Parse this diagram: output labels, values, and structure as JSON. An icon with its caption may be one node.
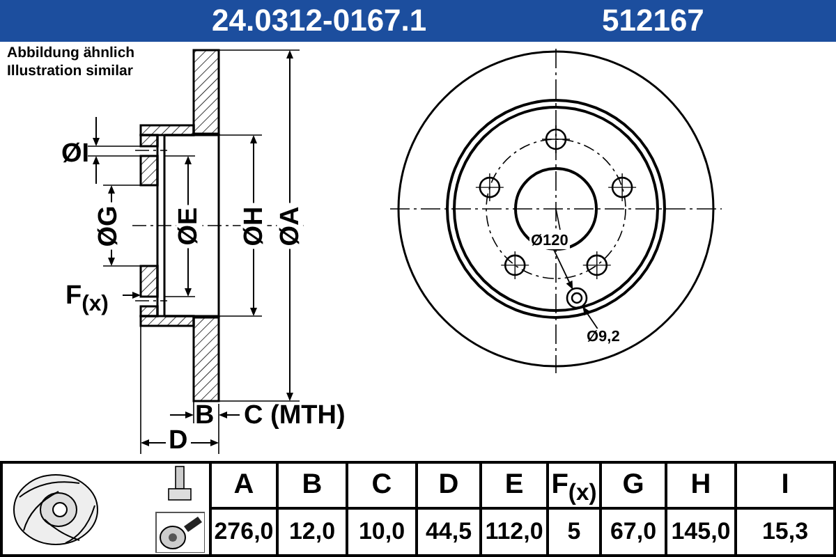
{
  "diagram": {
    "nodes": [
      {
        "text": [
          "Ø120"
        ]
      },
      {
        "text": [
          "Ø9,2"
        ]
      },
      {
        "text": [],
        "shape": "circle"
      }
    ],
    "edges": [
      {
        "from": 0,
        "to": 2,
        "arrow": "to"
      },
      {
        "from": 1,
        "to": 2,
        "arrow": "to"
      }
    ],
    "labels": [
      "24.0312-0167.1",
      "512167",
      "Abbildung ähnlich",
      "Illustration similar",
      "ØI",
      "ØG",
      "ØE",
      "ØH",
      "ØA",
      "F$_{(x)}$",
      "B",
      "C (MTH)",
      "D",
      "A",
      "B",
      "C",
      "D",
      "E",
      "F$_{(x)}$",
      "G",
      "H",
      "I",
      "276,0",
      "12,0",
      "10,0",
      "44,5",
      "112,0",
      "5",
      "67,0",
      "145,0",
      "15,3"
    ]
  }
}
